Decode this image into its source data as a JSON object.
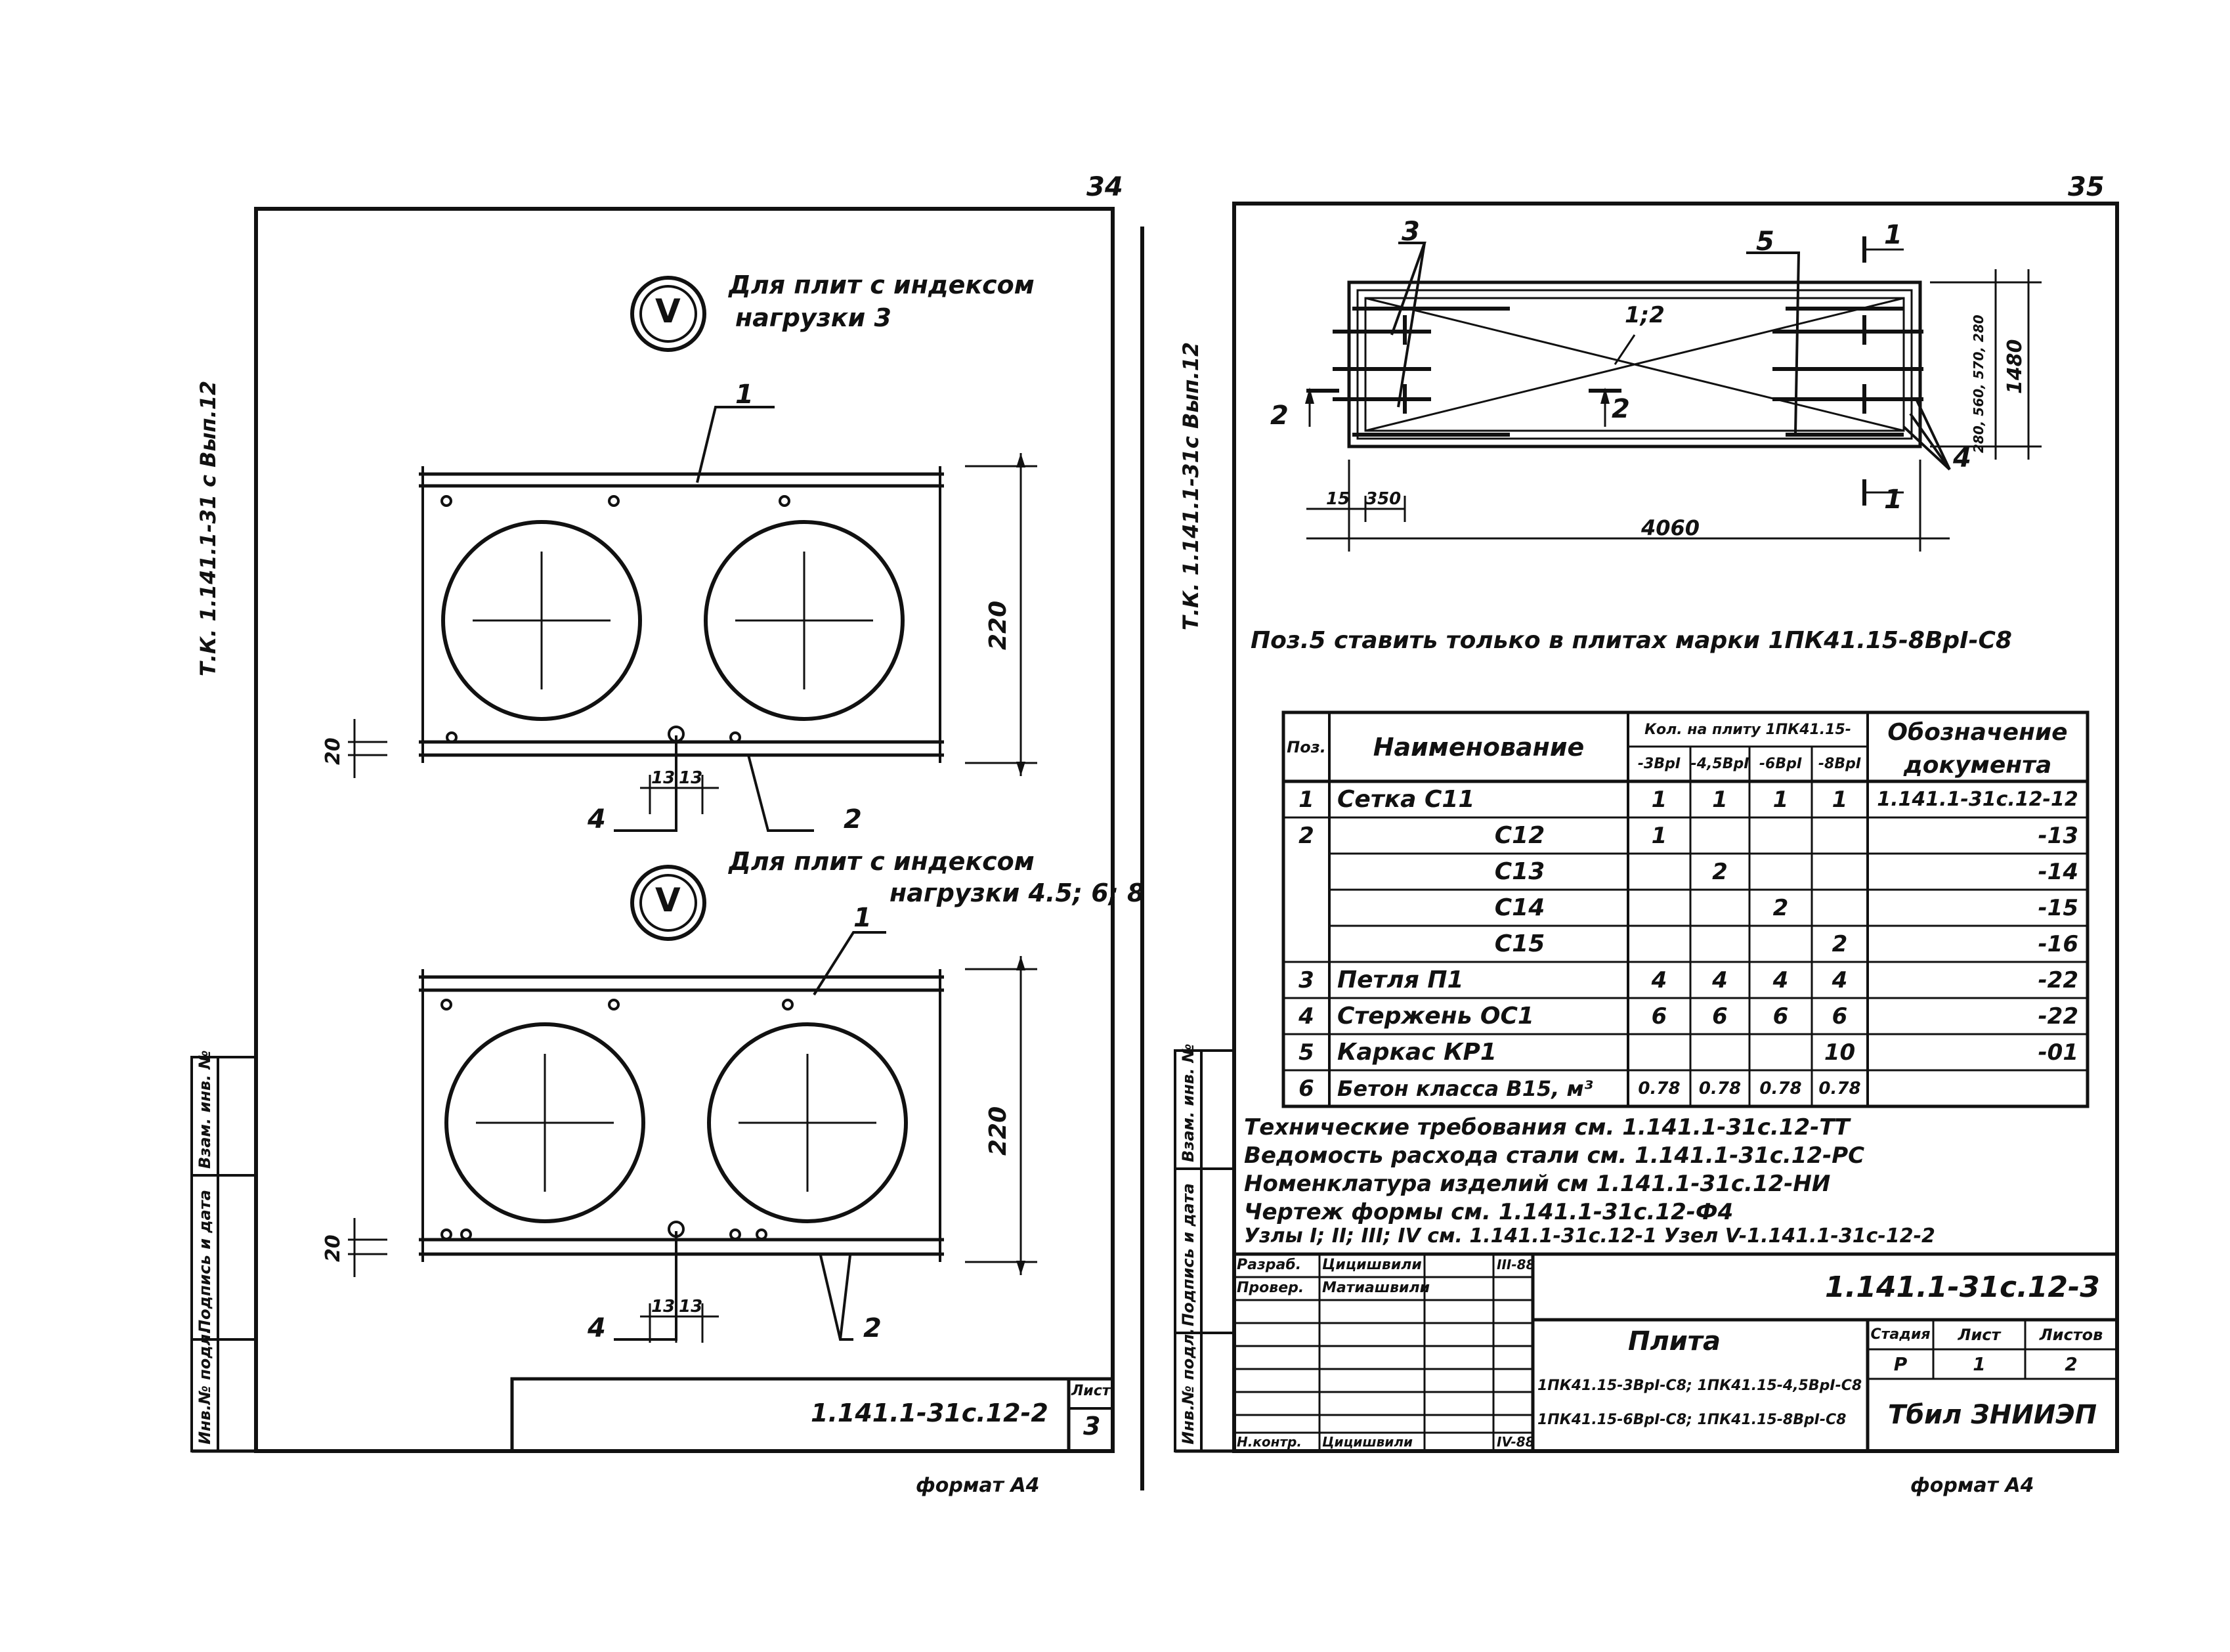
{
  "left_sheet": {
    "page_number": "34",
    "side_code": "Т.К. 1.141.1-31 с Вып.12",
    "view1": {
      "marker": "V",
      "note_line1": "Для плит с индексом",
      "note_line2": "нагрузки 3"
    },
    "view2": {
      "marker": "V",
      "note_line1": "Для плит с индексом",
      "note_line2": "нагрузки 4.5; 6; 8"
    },
    "callouts": {
      "c1": "1",
      "c2": "2",
      "c4": "4"
    },
    "dims": {
      "height": "220",
      "cover": "20",
      "d13a": "13",
      "d13b": "13"
    },
    "stamp_code": "1.141.1-31с.12-2",
    "sheet_label": "Лист",
    "sheet_no": "3",
    "format": "формат А4",
    "side_stamp": [
      "Инв.№ подл.",
      "Подпись и дата",
      "Взам. инв. №"
    ]
  },
  "right_sheet": {
    "page_number": "35",
    "side_code": "Т.К. 1.141.1-31с Вып.12",
    "plan": {
      "callout3": "3",
      "callout5": "5",
      "callout4": "4",
      "section1": "1",
      "section2": "2",
      "ratio": "1;2",
      "dim_15": "15",
      "dim_350": "350",
      "dim_4060": "4060",
      "dim_1480": "1480",
      "dim_side": "280, 560, 570, 280"
    },
    "note": "Поз.5 ставить только в плитах марки 1ПК41.15-8ВрI-С8",
    "table": {
      "h_pos": "Поз.",
      "h_name": "Наименование",
      "h_qty": "Кол. на плиту 1ПК41.15-",
      "h_sub": [
        "-3ВрI",
        "-4,5ВрI",
        "-6ВрI",
        "-8ВрI"
      ],
      "h_doc_line1": "Обозначение",
      "h_doc_line2": "документа",
      "rows": [
        {
          "pos": "1",
          "name": "Сетка С11",
          "q": [
            "1",
            "1",
            "1",
            "1"
          ],
          "doc": "1.141.1-31с.12-12"
        },
        {
          "pos": "2",
          "name": "С12",
          "q": [
            "1",
            "",
            "",
            ""
          ],
          "doc": "-13"
        },
        {
          "pos": "",
          "name": "С13",
          "q": [
            "",
            "2",
            "",
            ""
          ],
          "doc": "-14"
        },
        {
          "pos": "",
          "name": "С14",
          "q": [
            "",
            "",
            "2",
            ""
          ],
          "doc": "-15"
        },
        {
          "pos": "",
          "name": "С15",
          "q": [
            "",
            "",
            "",
            "2"
          ],
          "doc": "-16"
        },
        {
          "pos": "3",
          "name": "Петля П1",
          "q": [
            "4",
            "4",
            "4",
            "4"
          ],
          "doc": "-22"
        },
        {
          "pos": "4",
          "name": "Стержень ОС1",
          "q": [
            "6",
            "6",
            "6",
            "6"
          ],
          "doc": "-22"
        },
        {
          "pos": "5",
          "name": "Каркас КР1",
          "q": [
            "",
            "",
            "",
            "10"
          ],
          "doc": "-01"
        },
        {
          "pos": "6",
          "name": "Бетон класса В15, м³",
          "q": [
            "0.78",
            "0.78",
            "0.78",
            "0.78"
          ],
          "doc": ""
        }
      ]
    },
    "refs": [
      "Технические требования см. 1.141.1-31с.12-ТТ",
      "Ведомость расхода стали см. 1.141.1-31с.12-РС",
      "Номенклатура изделий см 1.141.1-31с.12-НИ",
      "Чертеж формы см. 1.141.1-31с.12-Ф4",
      "Узлы I; II; III; IV см. 1.141.1-31с.12-1 Узел V-1.141.1-31с-12-2"
    ],
    "stamp": {
      "code": "1.141.1-31с.12-3",
      "r1_role": "Разраб.",
      "r1_name": "Цицишвили",
      "r1_date": "III-88",
      "r2_role": "Провер.",
      "r2_name": "Матиашвили",
      "r3_role": "Н.контр.",
      "r3_name": "Цицишвили",
      "r3_date": "IV-88",
      "title": "Плита",
      "marks_line1": "1ПК41.15-3ВрI-С8; 1ПК41.15-4,5ВрI-С8",
      "marks_line2": "1ПК41.15-6ВрI-С8; 1ПК41.15-8ВрI-С8",
      "h_stage": "Стадия",
      "h_sheet": "Лист",
      "h_sheets": "Листов",
      "stage": "Р",
      "sheet": "1",
      "sheets": "2",
      "org": "Тбил ЗНИИЭП"
    },
    "format": "формат А4",
    "side_stamp": [
      "Инв.№ подл.",
      "Подпись и дата",
      "Взам. инв. №"
    ]
  }
}
